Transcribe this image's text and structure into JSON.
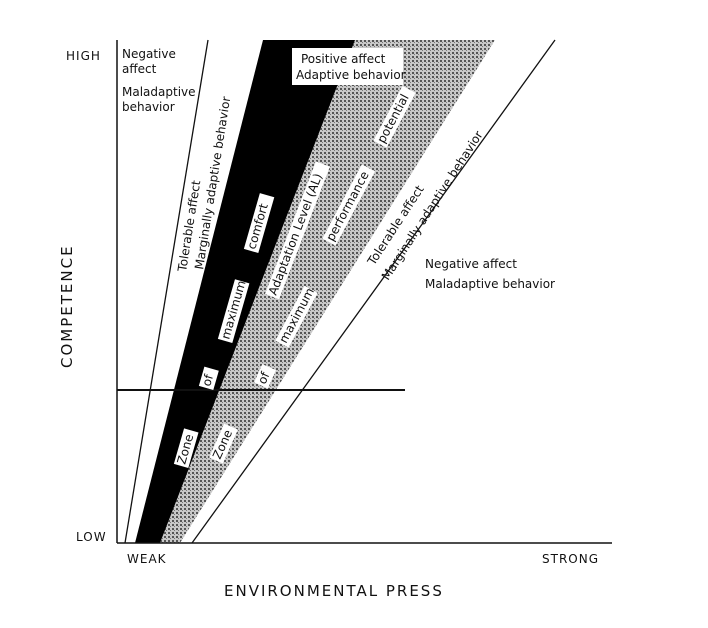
{
  "axes": {
    "x_title": "ENVIRONMENTAL PRESS",
    "y_title": "COMPETENCE",
    "x_low": "WEAK",
    "x_high": "STRONG",
    "y_low": "LOW",
    "y_high": "HIGH"
  },
  "regions": {
    "top_left": [
      "Negative",
      "affect",
      "Maladaptive",
      "behavior"
    ],
    "left_band": [
      "Tolerable affect",
      "Marginally adaptive behavior"
    ],
    "positive": [
      "Positive affect",
      "Adaptive behavior"
    ],
    "comfort_zone": [
      "Zone",
      "of",
      "maximum",
      "comfort"
    ],
    "adaptation_level": "Adaptation Level (AL)",
    "performance_zone": [
      "Zone",
      "of",
      "maximum",
      "performance",
      "potential"
    ],
    "right_band": [
      "Tolerable affect",
      "Marginally adaptive behavior"
    ],
    "bottom_right": [
      "Negative affect",
      "Maladaptive behavior"
    ]
  },
  "colors": {
    "comfort": "#000000",
    "performance": "#9a9a9a",
    "line": "#111111"
  }
}
